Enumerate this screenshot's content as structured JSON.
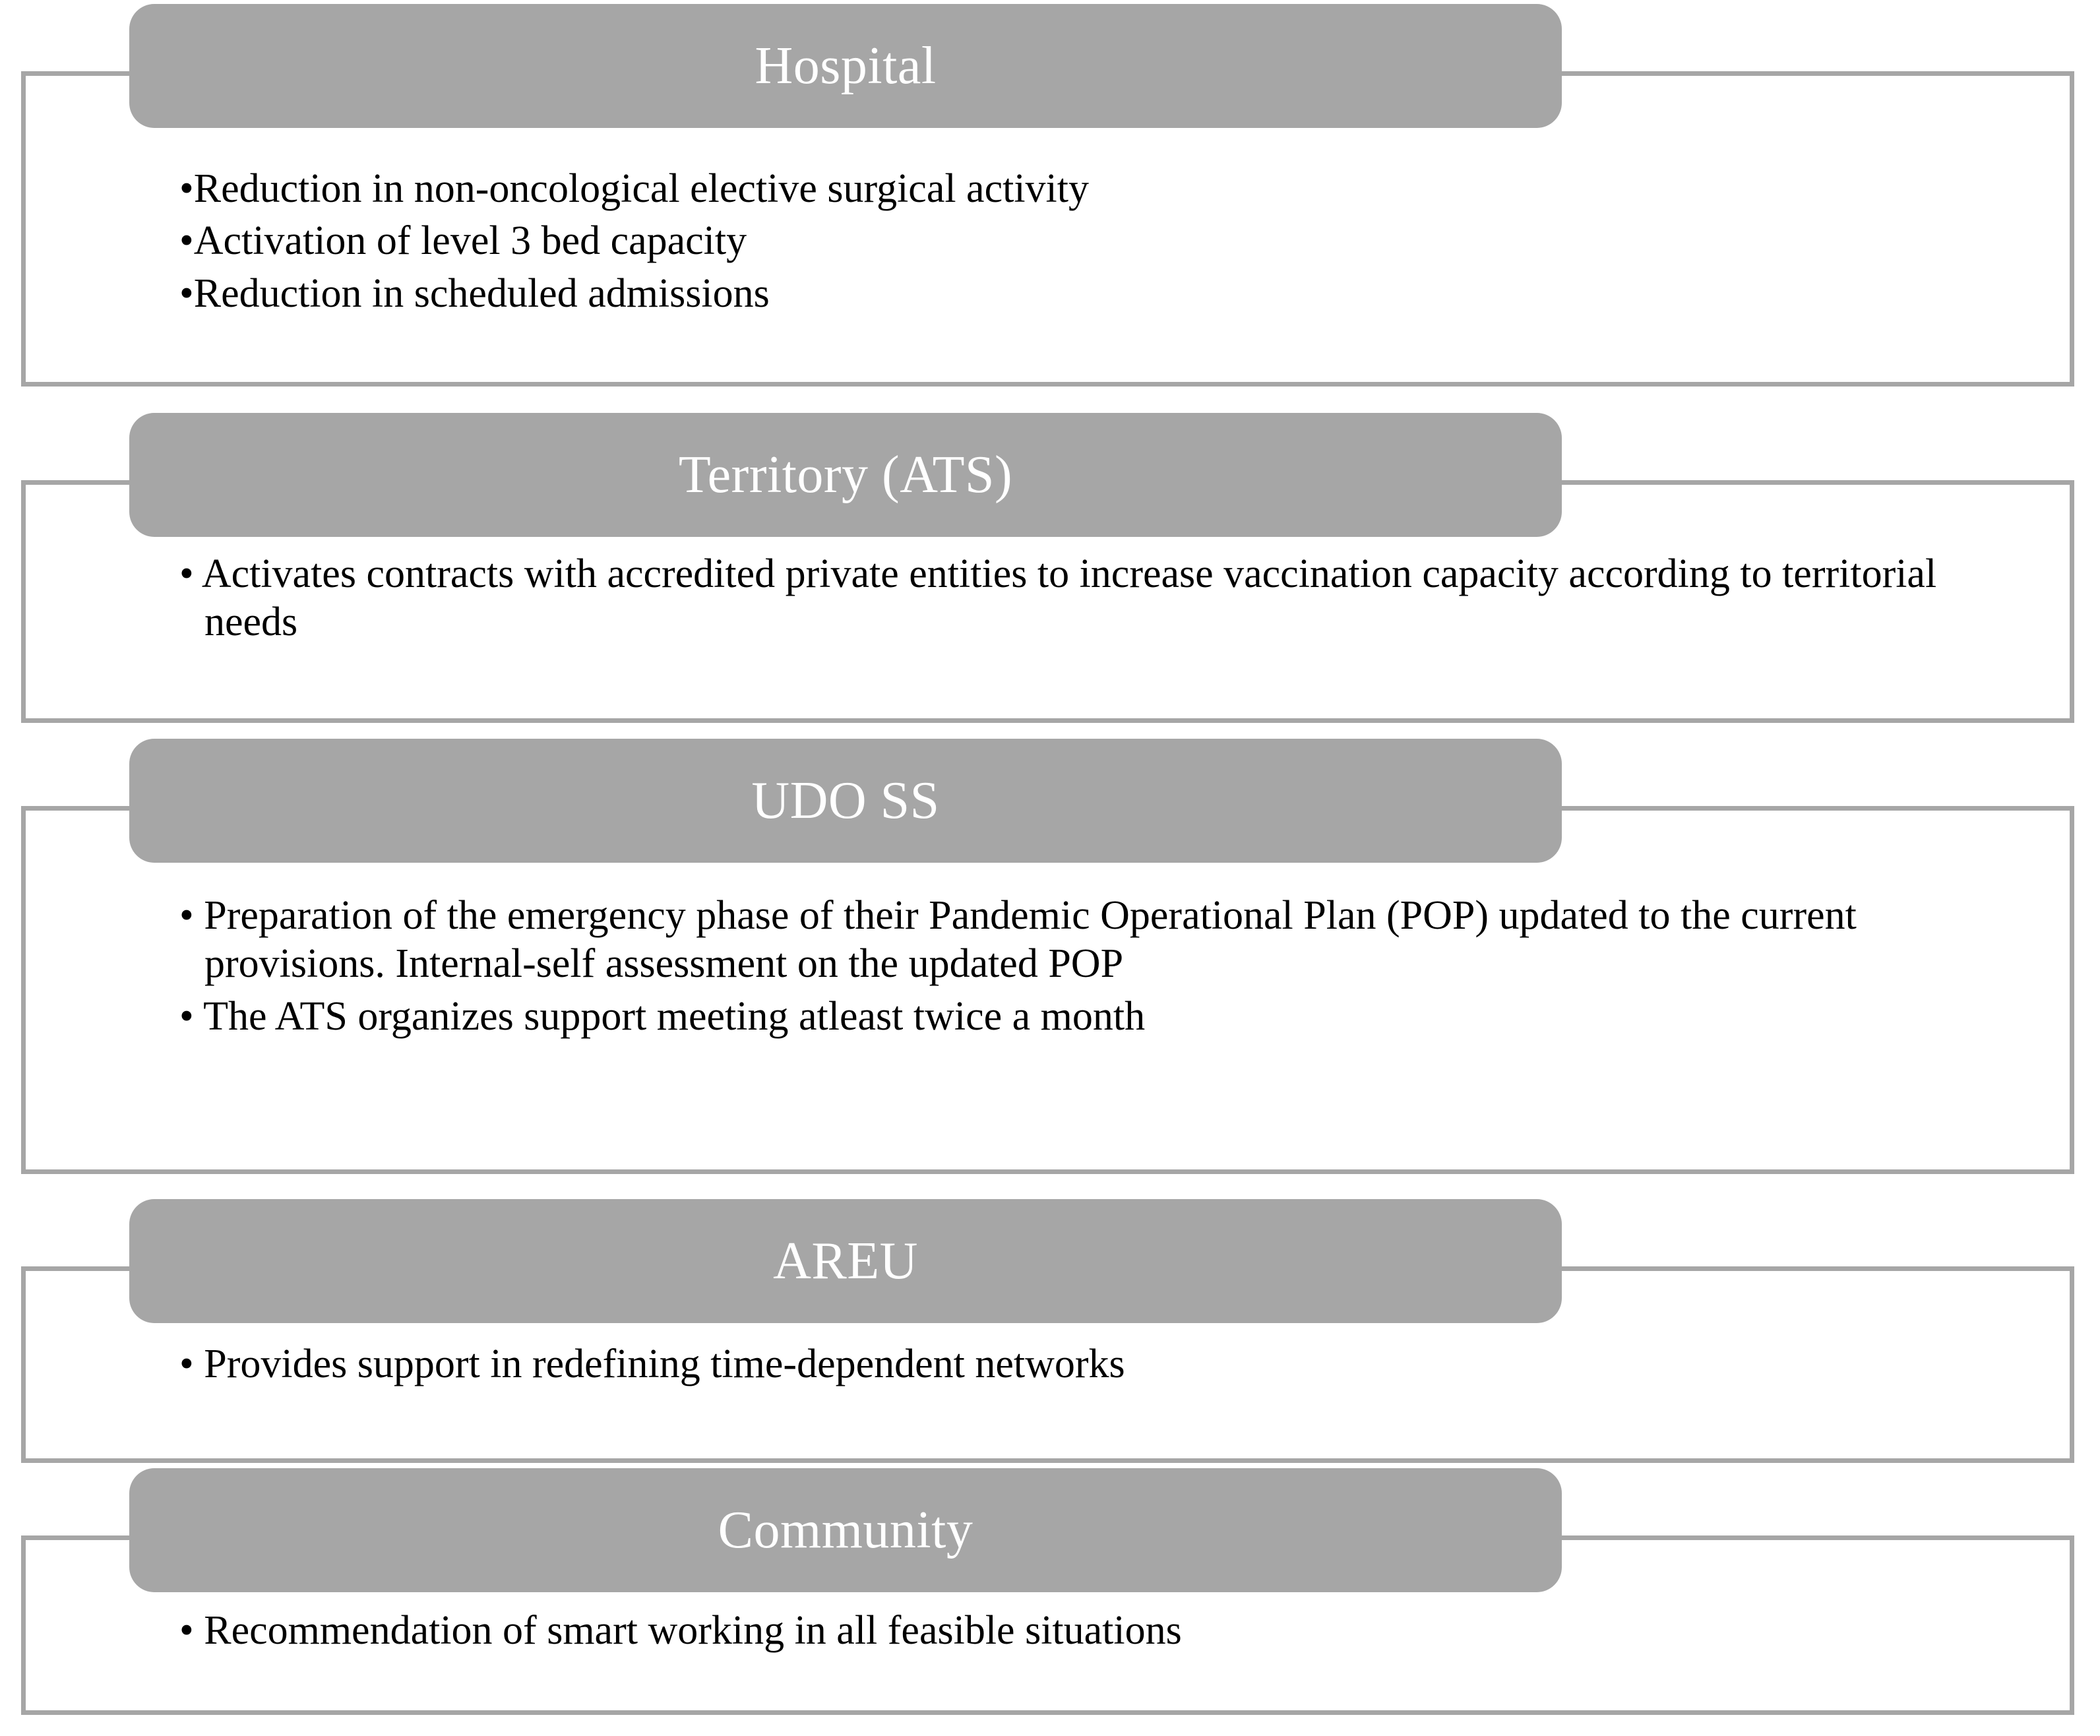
{
  "diagram": {
    "type": "hierarchical-measures-list",
    "colors": {
      "header_fill": "#a6a6a6",
      "frame_border": "#a6a6a6",
      "header_text": "#ffffff",
      "body_text": "#000000",
      "background": "#ffffff"
    },
    "bullet_glyph": "•",
    "sections": [
      {
        "id": "hospital",
        "title": "Hospital",
        "bullets": [
          "Reduction in non-oncological elective surgical activity",
          "Activation of level 3 bed capacity",
          "Reduction in scheduled admissions"
        ]
      },
      {
        "id": "territory",
        "title": "Territory (ATS)",
        "bullets": [
          "Activates contracts with accredited private entities to increase vaccination capacity according to territorial needs"
        ]
      },
      {
        "id": "udoss",
        "title": "UDO SS",
        "bullets": [
          "Preparation of the emergency phase of their Pandemic Operational Plan (POP) updated to the current provisions. Internal-self assessment on the updated POP",
          "The ATS organizes support meeting atleast twice a month"
        ]
      },
      {
        "id": "areu",
        "title": "AREU",
        "bullets": [
          "Provides support in redefining time-dependent networks"
        ]
      },
      {
        "id": "community",
        "title": "Community",
        "bullets": [
          "Recommendation of smart working in all feasible situations"
        ]
      }
    ]
  }
}
